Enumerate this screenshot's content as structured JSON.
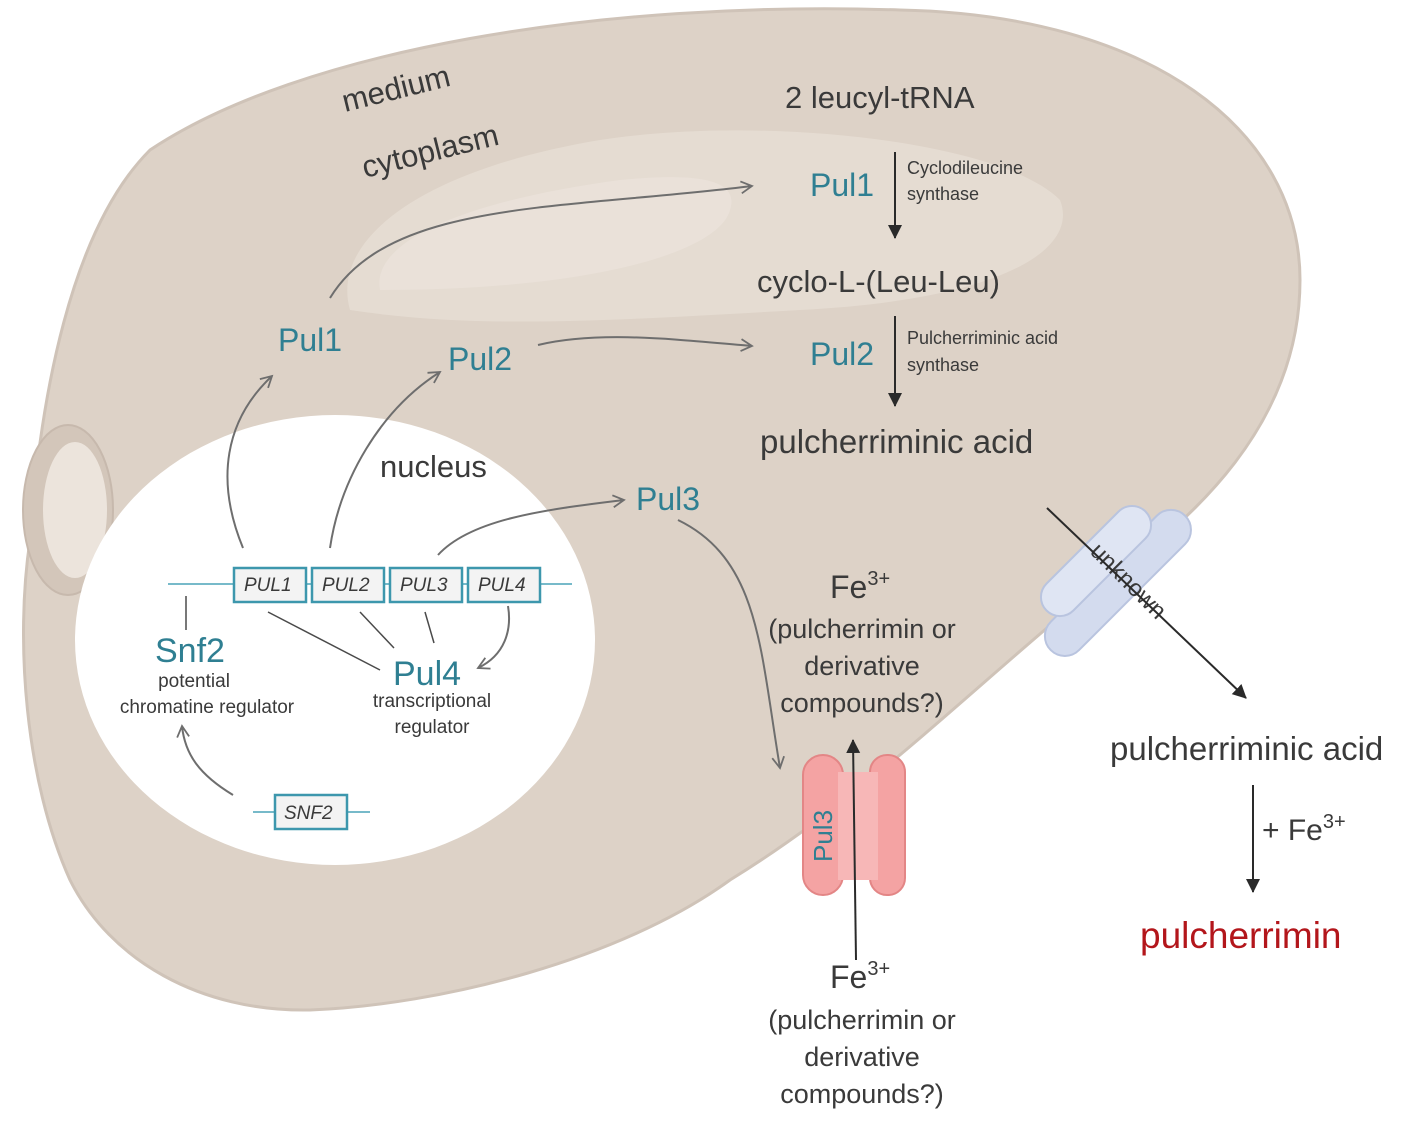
{
  "colors": {
    "cell_fill": "#ddd2c7",
    "cell_highlight": "#e7ded5",
    "nucleus_fill": "#ffffff",
    "protein_teal": "#2f7f92",
    "text_dark": "#3a3a3a",
    "product_red": "#b3161b",
    "pul3_transporter": "#f4a3a3",
    "unknown_transporter": "#d3dbee"
  },
  "compartments": {
    "medium": "medium",
    "cytoplasm": "cytoplasm",
    "nucleus": "nucleus"
  },
  "pathway": {
    "substrate": "2 leucyl-tRNA",
    "enzyme1": "Pul1",
    "enzyme1_name_line1": "Cyclodileucine",
    "enzyme1_name_line2": "synthase",
    "intermediate": "cyclo-L-(Leu-Leu)",
    "enzyme2": "Pul2",
    "enzyme2_name_line1": "Pulcherriminic acid",
    "enzyme2_name_line2": "synthase",
    "product_inside": "pulcherriminic acid",
    "transporter_unknown": "unknown",
    "product_outside": "pulcherriminic acid",
    "iron_step_prefix": "+ Fe",
    "iron_step_sup": "3+",
    "final_product": "pulcherrimin"
  },
  "proteins": {
    "pul1": "Pul1",
    "pul2": "Pul2",
    "pul3": "Pul3",
    "pul3_transporter": "Pul3",
    "pul4": "Pul4",
    "pul4_role_line1": "transcriptional",
    "pul4_role_line2": "regulator",
    "snf2": "Snf2",
    "snf2_role_line1": "potential",
    "snf2_role_line2": "chromatine regulator"
  },
  "genes": {
    "pul1": "PUL1",
    "pul2": "PUL2",
    "pul3": "PUL3",
    "pul4": "PUL4",
    "snf2": "SNF2"
  },
  "iron_inside": {
    "symbol": "Fe",
    "sup": "3+",
    "line1": "(pulcherrimin or",
    "line2": "derivative",
    "line3": "compounds?)"
  },
  "iron_outside": {
    "symbol": "Fe",
    "sup": "3+",
    "line1": "(pulcherrimin or",
    "line2": "derivative",
    "line3": "compounds?)"
  }
}
